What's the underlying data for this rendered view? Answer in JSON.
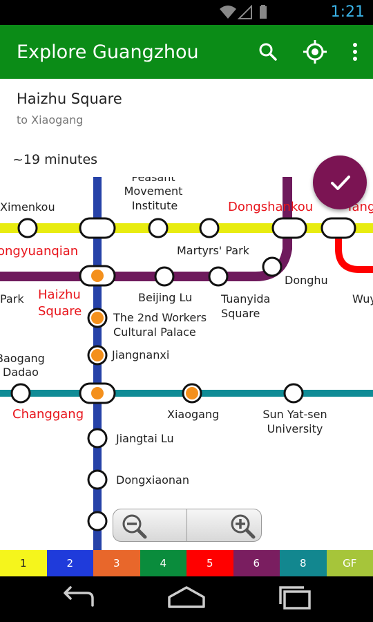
{
  "status_bar": {
    "time": "1:21"
  },
  "app_bar": {
    "title": "Explore Guangzhou",
    "actions": [
      "search-icon",
      "my-location-icon",
      "overflow-menu-icon"
    ]
  },
  "route": {
    "from": "Haizhu Square",
    "to": "to Xiaogang",
    "duration": "~19 minutes"
  },
  "map": {
    "stations": {
      "peasant_line1": "Peasant",
      "peasant_line2": "Movement",
      "peasant_line3": "Institute",
      "ximenkou": "Ximenkou",
      "dongshankou": "Dongshankou",
      "yangji_partial": "Yang",
      "gongyuanqian": "ongyuanqian",
      "martyrs_park": "Martyrs' Park",
      "donghu": "Donghu",
      "park_partial": "Park",
      "haizhu_line1": "Haizhu",
      "haizhu_line2": "Square",
      "beijing_lu": "Beijing Lu",
      "tuanyida_line1": "Tuanyida",
      "tuanyida_line2": "Square",
      "wuyang_partial": "Wuy",
      "workers_line1": "The 2nd Workers",
      "workers_line2": "Cultural Palace",
      "jiangnanxi": "Jiangnanxi",
      "baogang_line1": "Baogang",
      "baogang_line2": "Dadao",
      "changgang": "Changgang",
      "xiaogang": "Xiaogang",
      "sysu_line1": "Sun Yat-sen",
      "sysu_line2": "University",
      "jiangtai_lu": "Jiangtai Lu",
      "dongxiaonan": "Dongxiaonan"
    },
    "line_colors": {
      "line1": "#e8ec10",
      "line2": "#2642a8",
      "line5": "#ff0000",
      "line6": "#6e1a5c",
      "line8": "#108c96"
    },
    "route_marker_color": "#f4901c",
    "interchange_label_color": "#e8141b"
  },
  "fab": {
    "icon": "check-icon",
    "color": "#7b1453"
  },
  "zoom": {
    "zoom_out_icon": "zoom-out-icon",
    "zoom_in_icon": "zoom-in-icon"
  },
  "legend": [
    {
      "label": "1",
      "color": "#f5f51c",
      "text_color": "#222222"
    },
    {
      "label": "2",
      "color": "#1f3bdb",
      "text_color": "#ffffff"
    },
    {
      "label": "3",
      "color": "#e8672b",
      "text_color": "#ffffff"
    },
    {
      "label": "4",
      "color": "#0a8c3c",
      "text_color": "#ffffff"
    },
    {
      "label": "5",
      "color": "#ff0000",
      "text_color": "#ffffff"
    },
    {
      "label": "6",
      "color": "#7a1e60",
      "text_color": "#ffffff"
    },
    {
      "label": "8",
      "color": "#12878f",
      "text_color": "#ffffff"
    },
    {
      "label": "GF",
      "color": "#a6c53a",
      "text_color": "#ffffff"
    }
  ],
  "nav_bar": {
    "icons": [
      "back-icon",
      "home-icon",
      "recents-icon"
    ]
  }
}
